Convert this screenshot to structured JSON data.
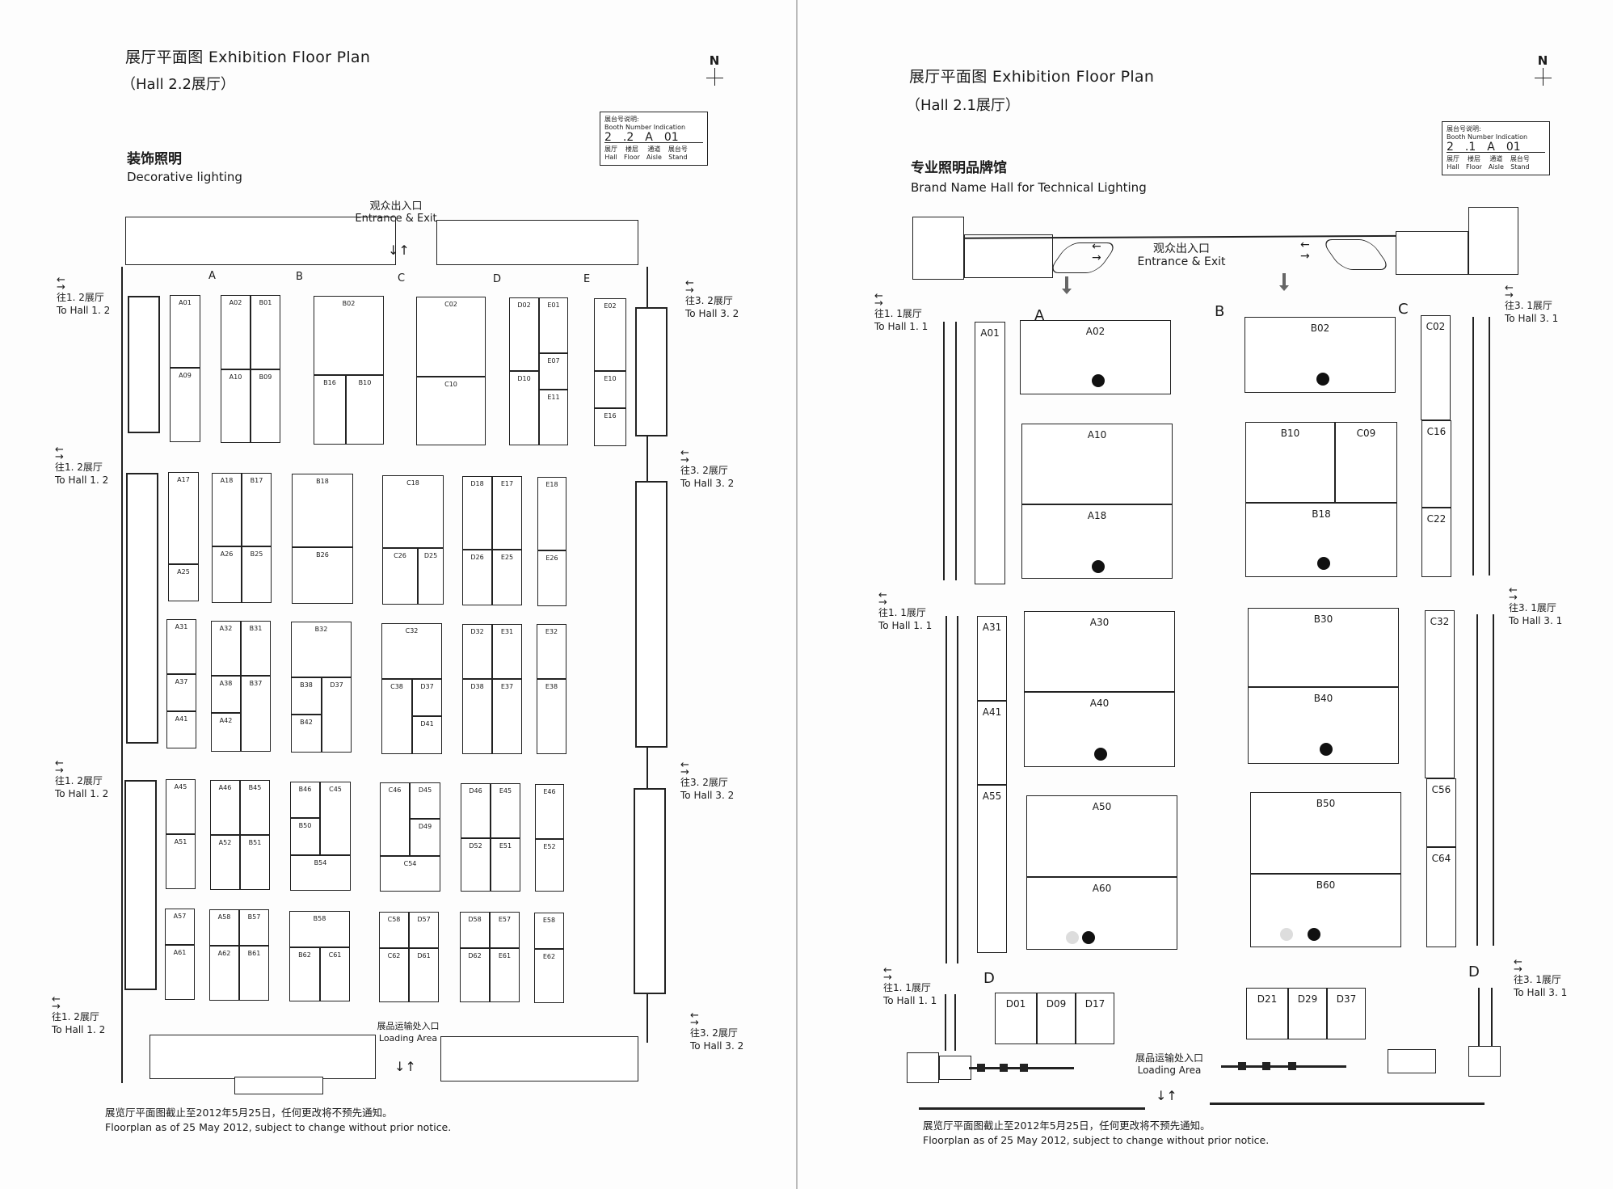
{
  "left": {
    "title": "展厅平面图 Exhibition Floor Plan",
    "hall": "（Hall 2.2展厅）",
    "category_cn": "装饰照明",
    "category_en": "Decorative lighting",
    "north": "N",
    "legend": {
      "heading_cn": "展台号说明:",
      "heading_en": "Booth Number Indication",
      "code": [
        "2",
        ".2",
        "A",
        "01"
      ],
      "parts": [
        {
          "cn": "展厅",
          "en": "Hall"
        },
        {
          "cn": "楼层",
          "en": "Floor"
        },
        {
          "cn": "通道",
          "en": "Aisle"
        },
        {
          "cn": "展台号",
          "en": "Stand"
        }
      ]
    },
    "entrance_cn": "观众出入口",
    "entrance_en": "Entrance & Exit",
    "loading_cn": "展品运输处入口",
    "loading_en": "Loading Area",
    "aisles": [
      "A",
      "B",
      "C",
      "D",
      "E"
    ],
    "west_nav": {
      "cn": "往1. 2展厅",
      "en": "To Hall 1. 2"
    },
    "east_nav": {
      "cn": "往3. 2展厅",
      "en": "To Hall 3. 2"
    },
    "note_cn": "展览厅平面图截止至2012年5月25日，任何更改将不预先通知。",
    "note_en": "Floorplan as of 25 May 2012, subject to change without prior notice.",
    "booths": [
      "A01",
      "A09",
      "A02",
      "B01",
      "A10",
      "B09",
      "B02",
      "B16",
      "B10",
      "C02",
      "C10",
      "D02",
      "E01",
      "E07",
      "D10",
      "E11",
      "E02",
      "E10",
      "E16",
      "A17",
      "A25",
      "A18",
      "B17",
      "A26",
      "B25",
      "B18",
      "B26",
      "C18",
      "C26",
      "D25",
      "D18",
      "E17",
      "D26",
      "E25",
      "E18",
      "E26",
      "A31",
      "A37",
      "A41",
      "A32",
      "B31",
      "A38",
      "B37",
      "A42",
      "B32",
      "B38",
      "D37",
      "B42",
      "C32",
      "C38",
      "D37",
      "D41",
      "D32",
      "E31",
      "D38",
      "E37",
      "E32",
      "E38",
      "A45",
      "A51",
      "A46",
      "B45",
      "A52",
      "B51",
      "B46",
      "C45",
      "B50",
      "B54",
      "C46",
      "D45",
      "D49",
      "C54",
      "D46",
      "E45",
      "D52",
      "E51",
      "E46",
      "E52",
      "A57",
      "A61",
      "A58",
      "B57",
      "A62",
      "B61",
      "B58",
      "B62",
      "C61",
      "C58",
      "D57",
      "C62",
      "D61",
      "D58",
      "E57",
      "D62",
      "E61",
      "E58",
      "E62"
    ]
  },
  "right": {
    "title": "展厅平面图 Exhibition Floor Plan",
    "hall": "（Hall 2.1展厅）",
    "category_cn": "专业照明品牌馆",
    "category_en": "Brand Name Hall for Technical Lighting",
    "north": "N",
    "legend": {
      "heading_cn": "展台号说明:",
      "heading_en": "Booth Number Indication",
      "code": [
        "2",
        ".1",
        "A",
        "01"
      ],
      "parts": [
        {
          "cn": "展厅",
          "en": "Hall"
        },
        {
          "cn": "楼层",
          "en": "Floor"
        },
        {
          "cn": "通道",
          "en": "Aisle"
        },
        {
          "cn": "展台号",
          "en": "Stand"
        }
      ]
    },
    "entrance_cn": "观众出入口",
    "entrance_en": "Entrance & Exit",
    "loading_cn": "展品运输处入口",
    "loading_en": "Loading Area",
    "aisles": [
      "A",
      "B",
      "C",
      "D",
      "D"
    ],
    "west_nav": {
      "cn": "往1. 1展厅",
      "en": "To Hall 1. 1"
    },
    "east_nav": {
      "cn": "往3. 1展厅",
      "en": "To Hall 3. 1"
    },
    "note_cn": "展览厅平面图截止至2012年5月25日，任何更改将不预先通知。",
    "note_en": "Floorplan as of 25 May 2012, subject to change without prior notice.",
    "booths": [
      "A01",
      "A02",
      "B02",
      "C02",
      "A10",
      "A18",
      "B10",
      "C09",
      "B18",
      "C16",
      "C22",
      "A31",
      "A41",
      "A55",
      "A30",
      "A40",
      "B30",
      "B40",
      "C32",
      "A50",
      "A60",
      "B50",
      "B60",
      "C56",
      "C64",
      "D01",
      "D09",
      "D17",
      "D21",
      "D29",
      "D37"
    ]
  },
  "arrows": {
    "left": "←",
    "right": "→",
    "up": "↑",
    "down": "↓"
  }
}
